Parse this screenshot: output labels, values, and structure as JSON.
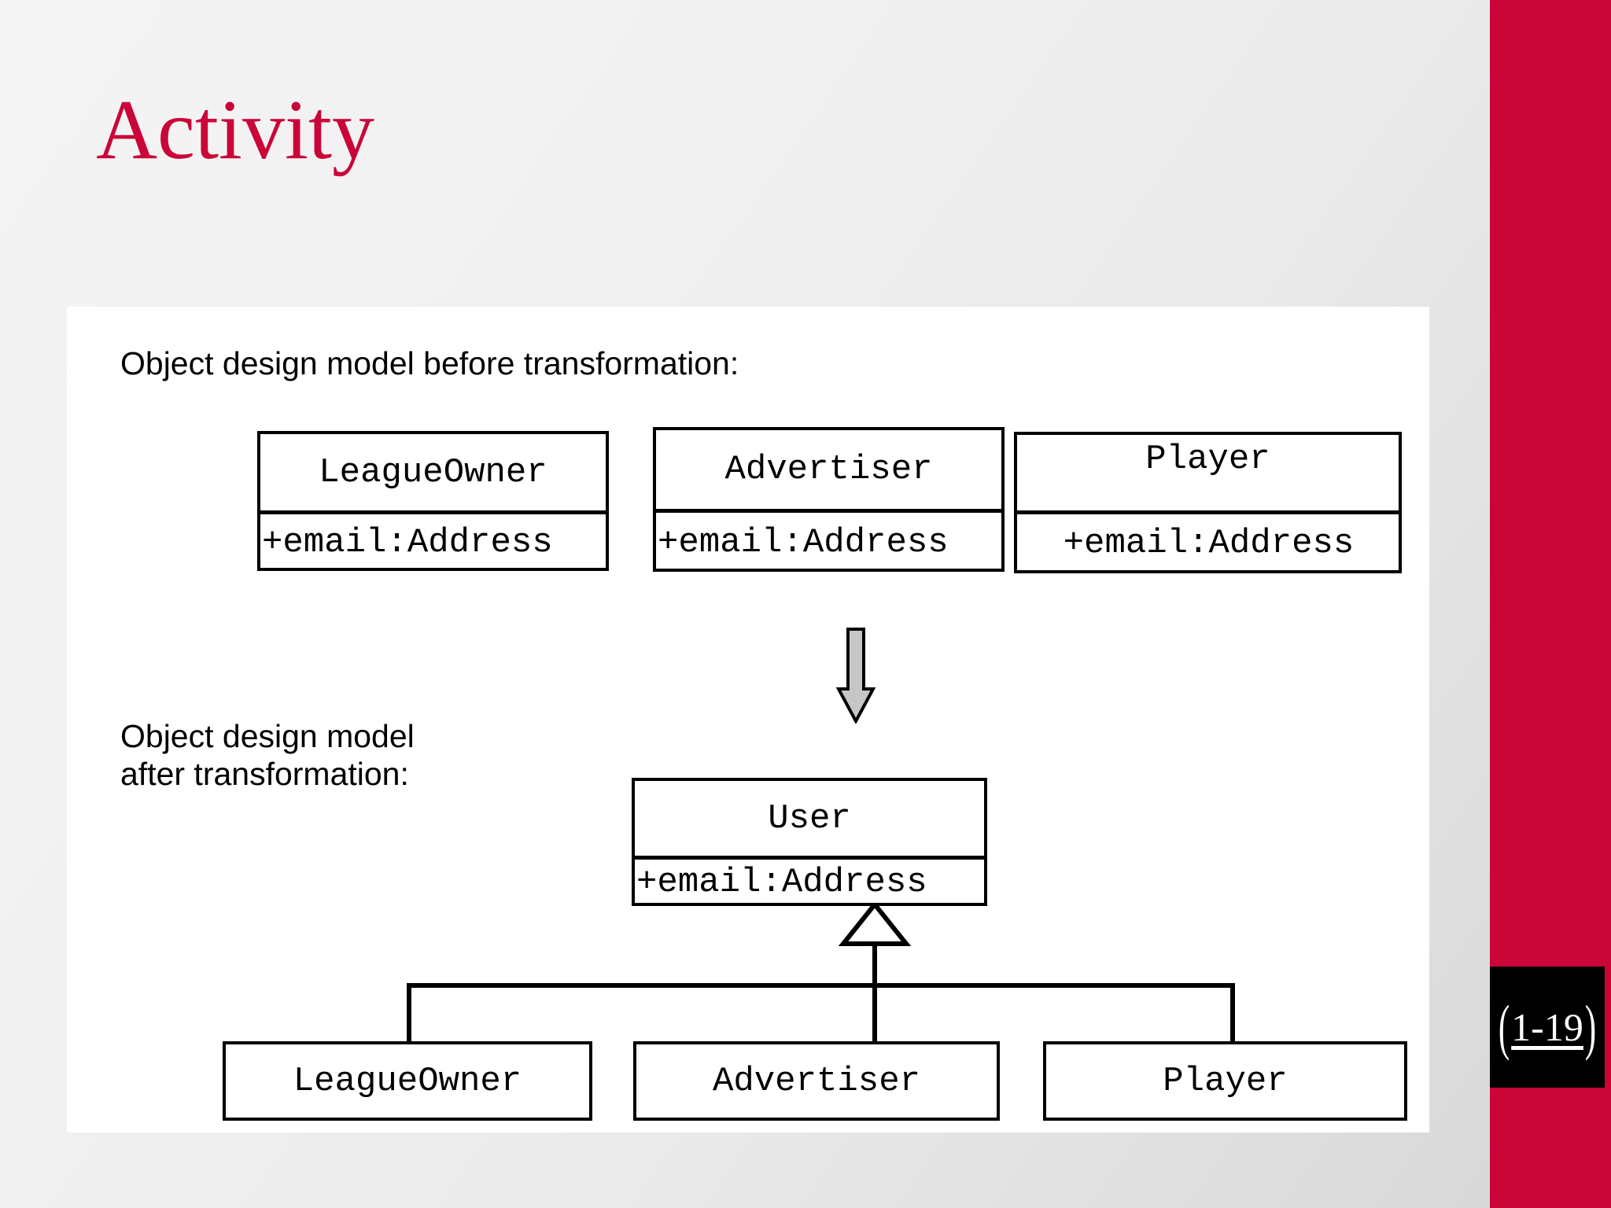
{
  "slide": {
    "title": "Activity",
    "title_color": "#ca0538",
    "accent_color": "#ca0538",
    "page_number": "1-19",
    "page_bracket_left": "(",
    "page_bracket_right": ")"
  },
  "content": {
    "caption_before": "Object design model before transformation:",
    "caption_after": "Object design model\nafter transformation:"
  },
  "diagram": {
    "type": "uml-class-diagram",
    "before": {
      "classes": [
        {
          "name": "LeagueOwner",
          "attributes": [
            "+email:Address"
          ]
        },
        {
          "name": "Advertiser",
          "attributes": [
            "+email:Address"
          ]
        },
        {
          "name": "Player",
          "attributes": [
            "+email:Address"
          ]
        }
      ]
    },
    "arrow": {
      "direction": "down",
      "fill": "#c6c6c6",
      "stroke": "#000000"
    },
    "after": {
      "superclass": {
        "name": "User",
        "attributes": [
          "+email:Address"
        ]
      },
      "subclasses": [
        {
          "name": "LeagueOwner"
        },
        {
          "name": "Advertiser"
        },
        {
          "name": "Player"
        }
      ],
      "relationship": "generalization"
    }
  }
}
